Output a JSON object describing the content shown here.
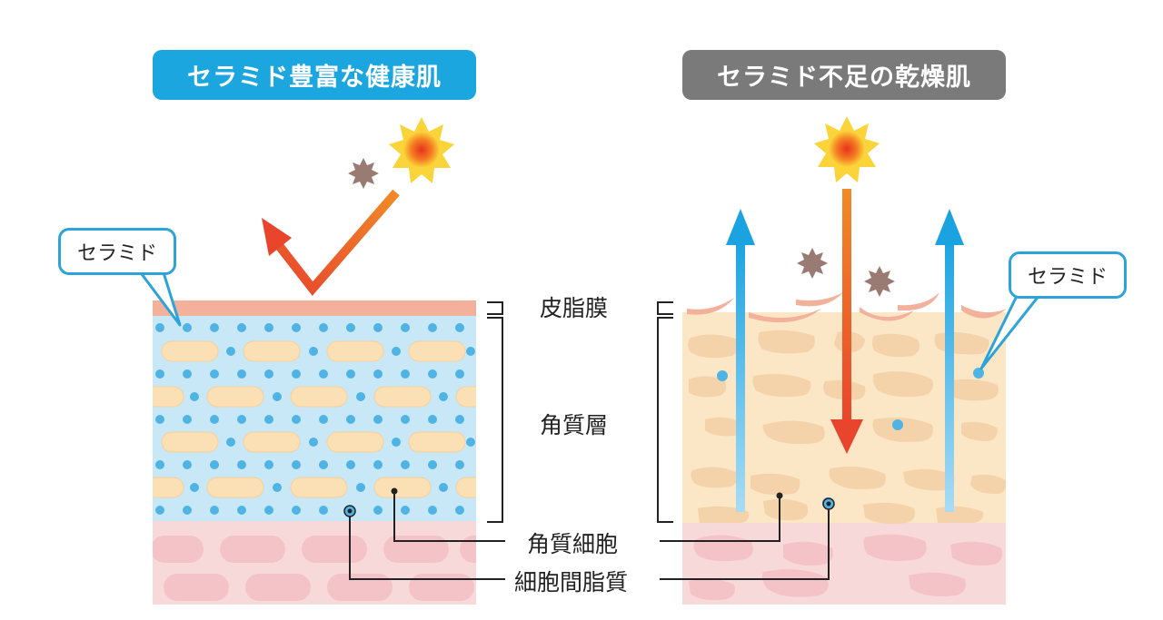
{
  "colors": {
    "title_left_bg": "#1ba6e0",
    "title_right_bg": "#7a7a7a",
    "callout_border": "#2ea3d8",
    "ceramide_dot": "#4fb3e4",
    "arrow_blue": "#1aa3e0",
    "arrow_red": "#e8452c",
    "arrow_orange": "#f08a28",
    "healthy_layer": "#c9e8f7",
    "dry_layer": "#fbe6c6",
    "dermis": "#f8d9d9",
    "sebum": "#f3b09a"
  },
  "titles": {
    "left": "セラミド豊富な健康肌",
    "right": "セラミド不足の乾燥肌"
  },
  "callouts": {
    "left": "セラミド",
    "right": "セラミド"
  },
  "labels": {
    "sebum_film": "皮脂膜",
    "stratum_corneum": "角質層",
    "corneocyte": "角質細胞",
    "intercellular_lipid": "細胞間脂質"
  },
  "icons": {
    "sun": "sun-icon",
    "pollutant": "pollutant-icon"
  }
}
